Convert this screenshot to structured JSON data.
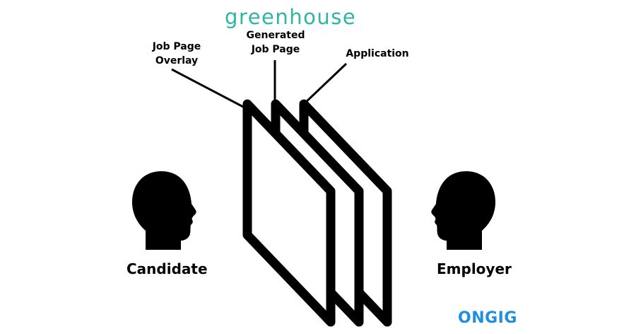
{
  "brand": {
    "name": "greenhouse",
    "color": "#2fb5a5"
  },
  "layers": [
    {
      "label_line1": "Job Page",
      "label_line2": "Overlay"
    },
    {
      "label_line1": "Generated",
      "label_line2": "Job Page"
    },
    {
      "label_line1": "Application"
    }
  ],
  "people": {
    "candidate": {
      "label": "Candidate",
      "icon": "head-profile-facing-right-icon"
    },
    "employer": {
      "label": "Employer",
      "icon": "head-profile-facing-left-icon"
    }
  },
  "footer_logo": {
    "name": "ONGIG",
    "color": "#1e8fe0"
  }
}
